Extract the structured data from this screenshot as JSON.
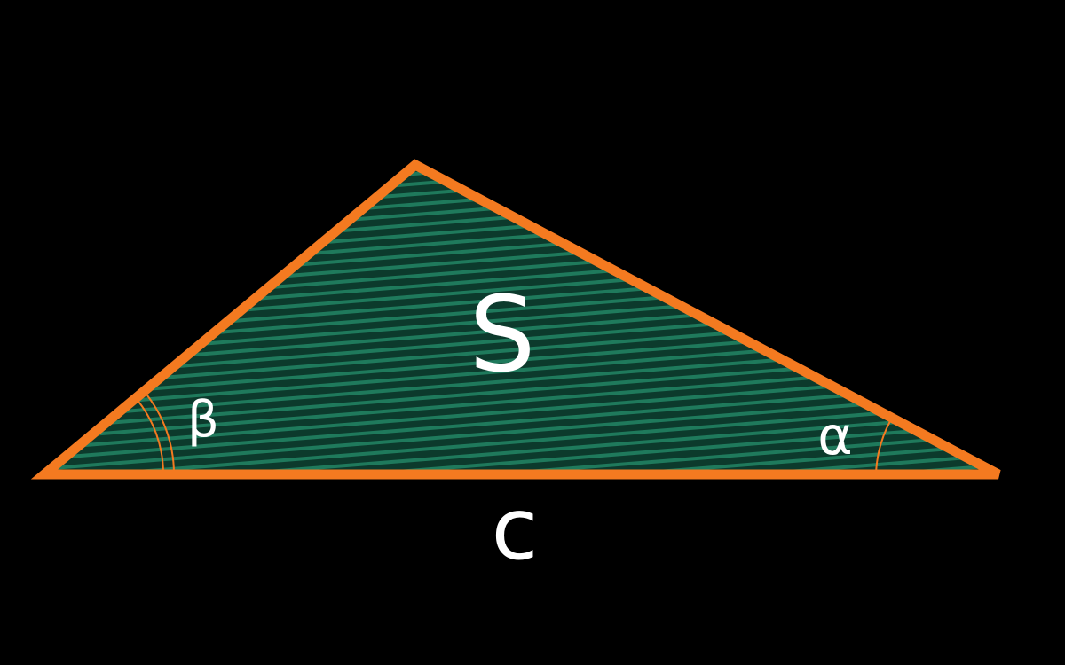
{
  "labels": {
    "area": "S",
    "base": "c",
    "angle_left": "β",
    "angle_right": "α"
  },
  "colors": {
    "background": "#000000",
    "outline": "#f47a20",
    "hatch_dark": "#0c3a2c",
    "hatch_light": "#1f7a5c",
    "text": "#ffffff"
  }
}
